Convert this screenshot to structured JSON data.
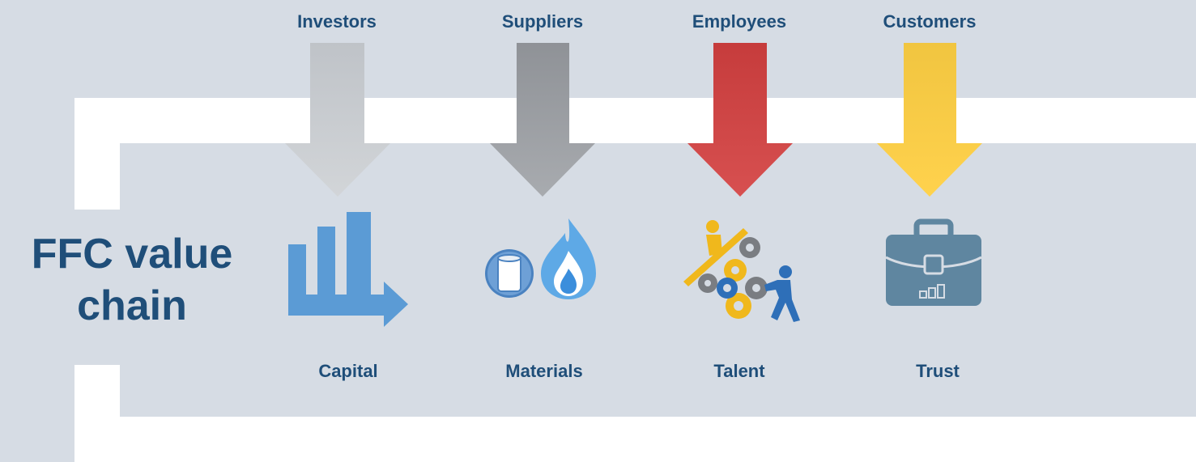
{
  "title": {
    "line1": "FFC value",
    "line2": "chain"
  },
  "stakeholders": [
    {
      "label": "Investors",
      "color_top": "#bfc3c8",
      "color_bottom": "#d2d5d8",
      "icon": "bar-chart-arrow-icon"
    },
    {
      "label": "Suppliers",
      "color_top": "#8f9297",
      "color_bottom": "#a8abaf",
      "icon": "barrel-flame-icon"
    },
    {
      "label": "Employees",
      "color_top": "#c63c3c",
      "color_bottom": "#d75050",
      "icon": "people-gears-icon"
    },
    {
      "label": "Customers",
      "color_top": "#f1c540",
      "color_bottom": "#ffd24d",
      "icon": "briefcase-icon"
    }
  ],
  "outputs": [
    "Capital",
    "Materials",
    "Talent",
    "Trust"
  ],
  "colors": {
    "text": "#1f4e79",
    "background": "#d6dce4",
    "frame": "#ffffff",
    "icon_blue": "#5b9bd5",
    "briefcase": "#5f86a0"
  }
}
